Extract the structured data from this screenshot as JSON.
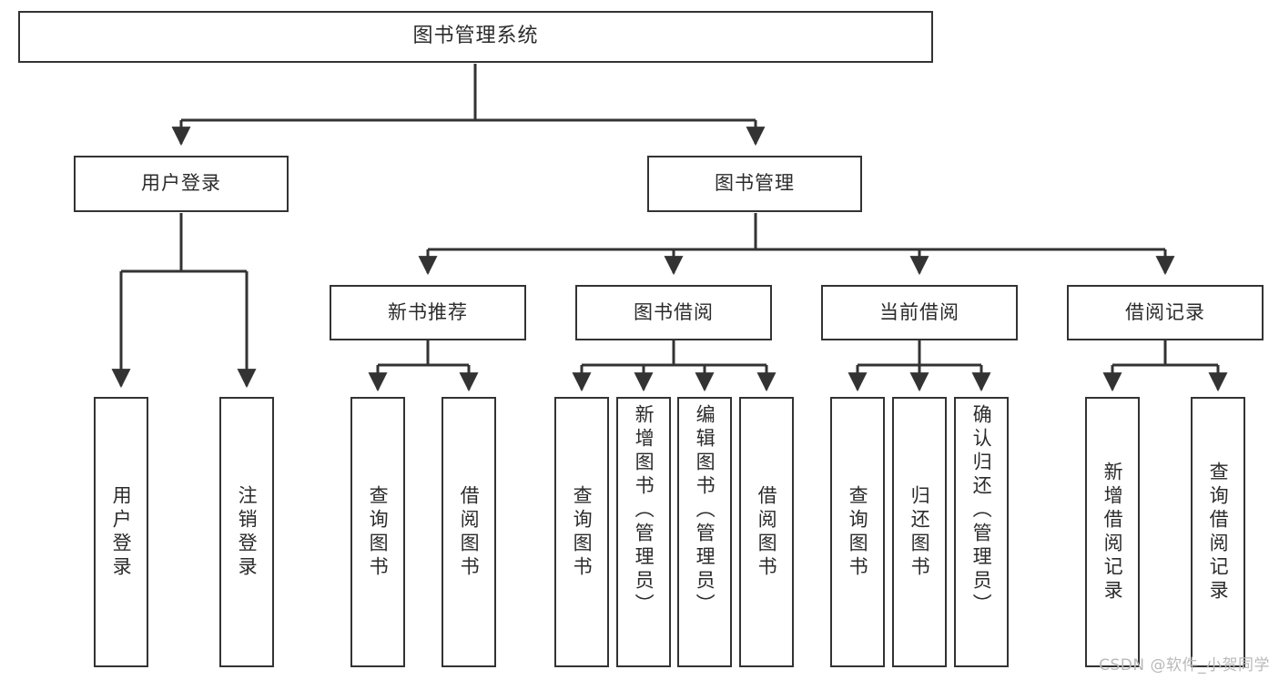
{
  "diagram": {
    "title": "图书管理系统",
    "type": "tree",
    "root": {
      "id": "root",
      "label": "图书管理系统"
    },
    "level2": [
      {
        "id": "user-login",
        "label": "用户登录"
      },
      {
        "id": "book-manage",
        "label": "图书管理"
      }
    ],
    "level3": [
      {
        "id": "new-book-recommend",
        "label": "新书推荐",
        "parent": "book-manage"
      },
      {
        "id": "book-borrow",
        "label": "图书借阅",
        "parent": "book-manage"
      },
      {
        "id": "current-borrow",
        "label": "当前借阅",
        "parent": "book-manage"
      },
      {
        "id": "borrow-record",
        "label": "借阅记录",
        "parent": "book-manage"
      }
    ],
    "leaves": [
      {
        "id": "leaf-user-login",
        "label": "用户登录",
        "parent": "user-login"
      },
      {
        "id": "leaf-logout-login",
        "label": "注销登录",
        "parent": "user-login"
      },
      {
        "id": "leaf-query-book-1",
        "label": "查询图书",
        "parent": "new-book-recommend"
      },
      {
        "id": "leaf-borrow-book-1",
        "label": "借阅图书",
        "parent": "new-book-recommend"
      },
      {
        "id": "leaf-query-book-2",
        "label": "查询图书",
        "parent": "book-borrow"
      },
      {
        "id": "leaf-add-book",
        "label": "新增图书（管理员）",
        "parent": "book-borrow"
      },
      {
        "id": "leaf-edit-book",
        "label": "编辑图书（管理员）",
        "parent": "book-borrow"
      },
      {
        "id": "leaf-borrow-book-2",
        "label": "借阅图书",
        "parent": "book-borrow"
      },
      {
        "id": "leaf-query-book-3",
        "label": "查询图书",
        "parent": "current-borrow"
      },
      {
        "id": "leaf-return-book",
        "label": "归还图书",
        "parent": "current-borrow"
      },
      {
        "id": "leaf-confirm-return",
        "label": "确认归还（管理员）",
        "parent": "current-borrow"
      },
      {
        "id": "leaf-add-record",
        "label": "新增借阅记录",
        "parent": "borrow-record"
      },
      {
        "id": "leaf-query-record",
        "label": "查询借阅记录",
        "parent": "borrow-record"
      }
    ]
  },
  "watermark": {
    "text": "CSDN @软件_小贺同学"
  },
  "colors": {
    "stroke": "#333333",
    "text": "#2b2b2b",
    "background": "#ffffff",
    "watermark": "#b9b9b9"
  }
}
